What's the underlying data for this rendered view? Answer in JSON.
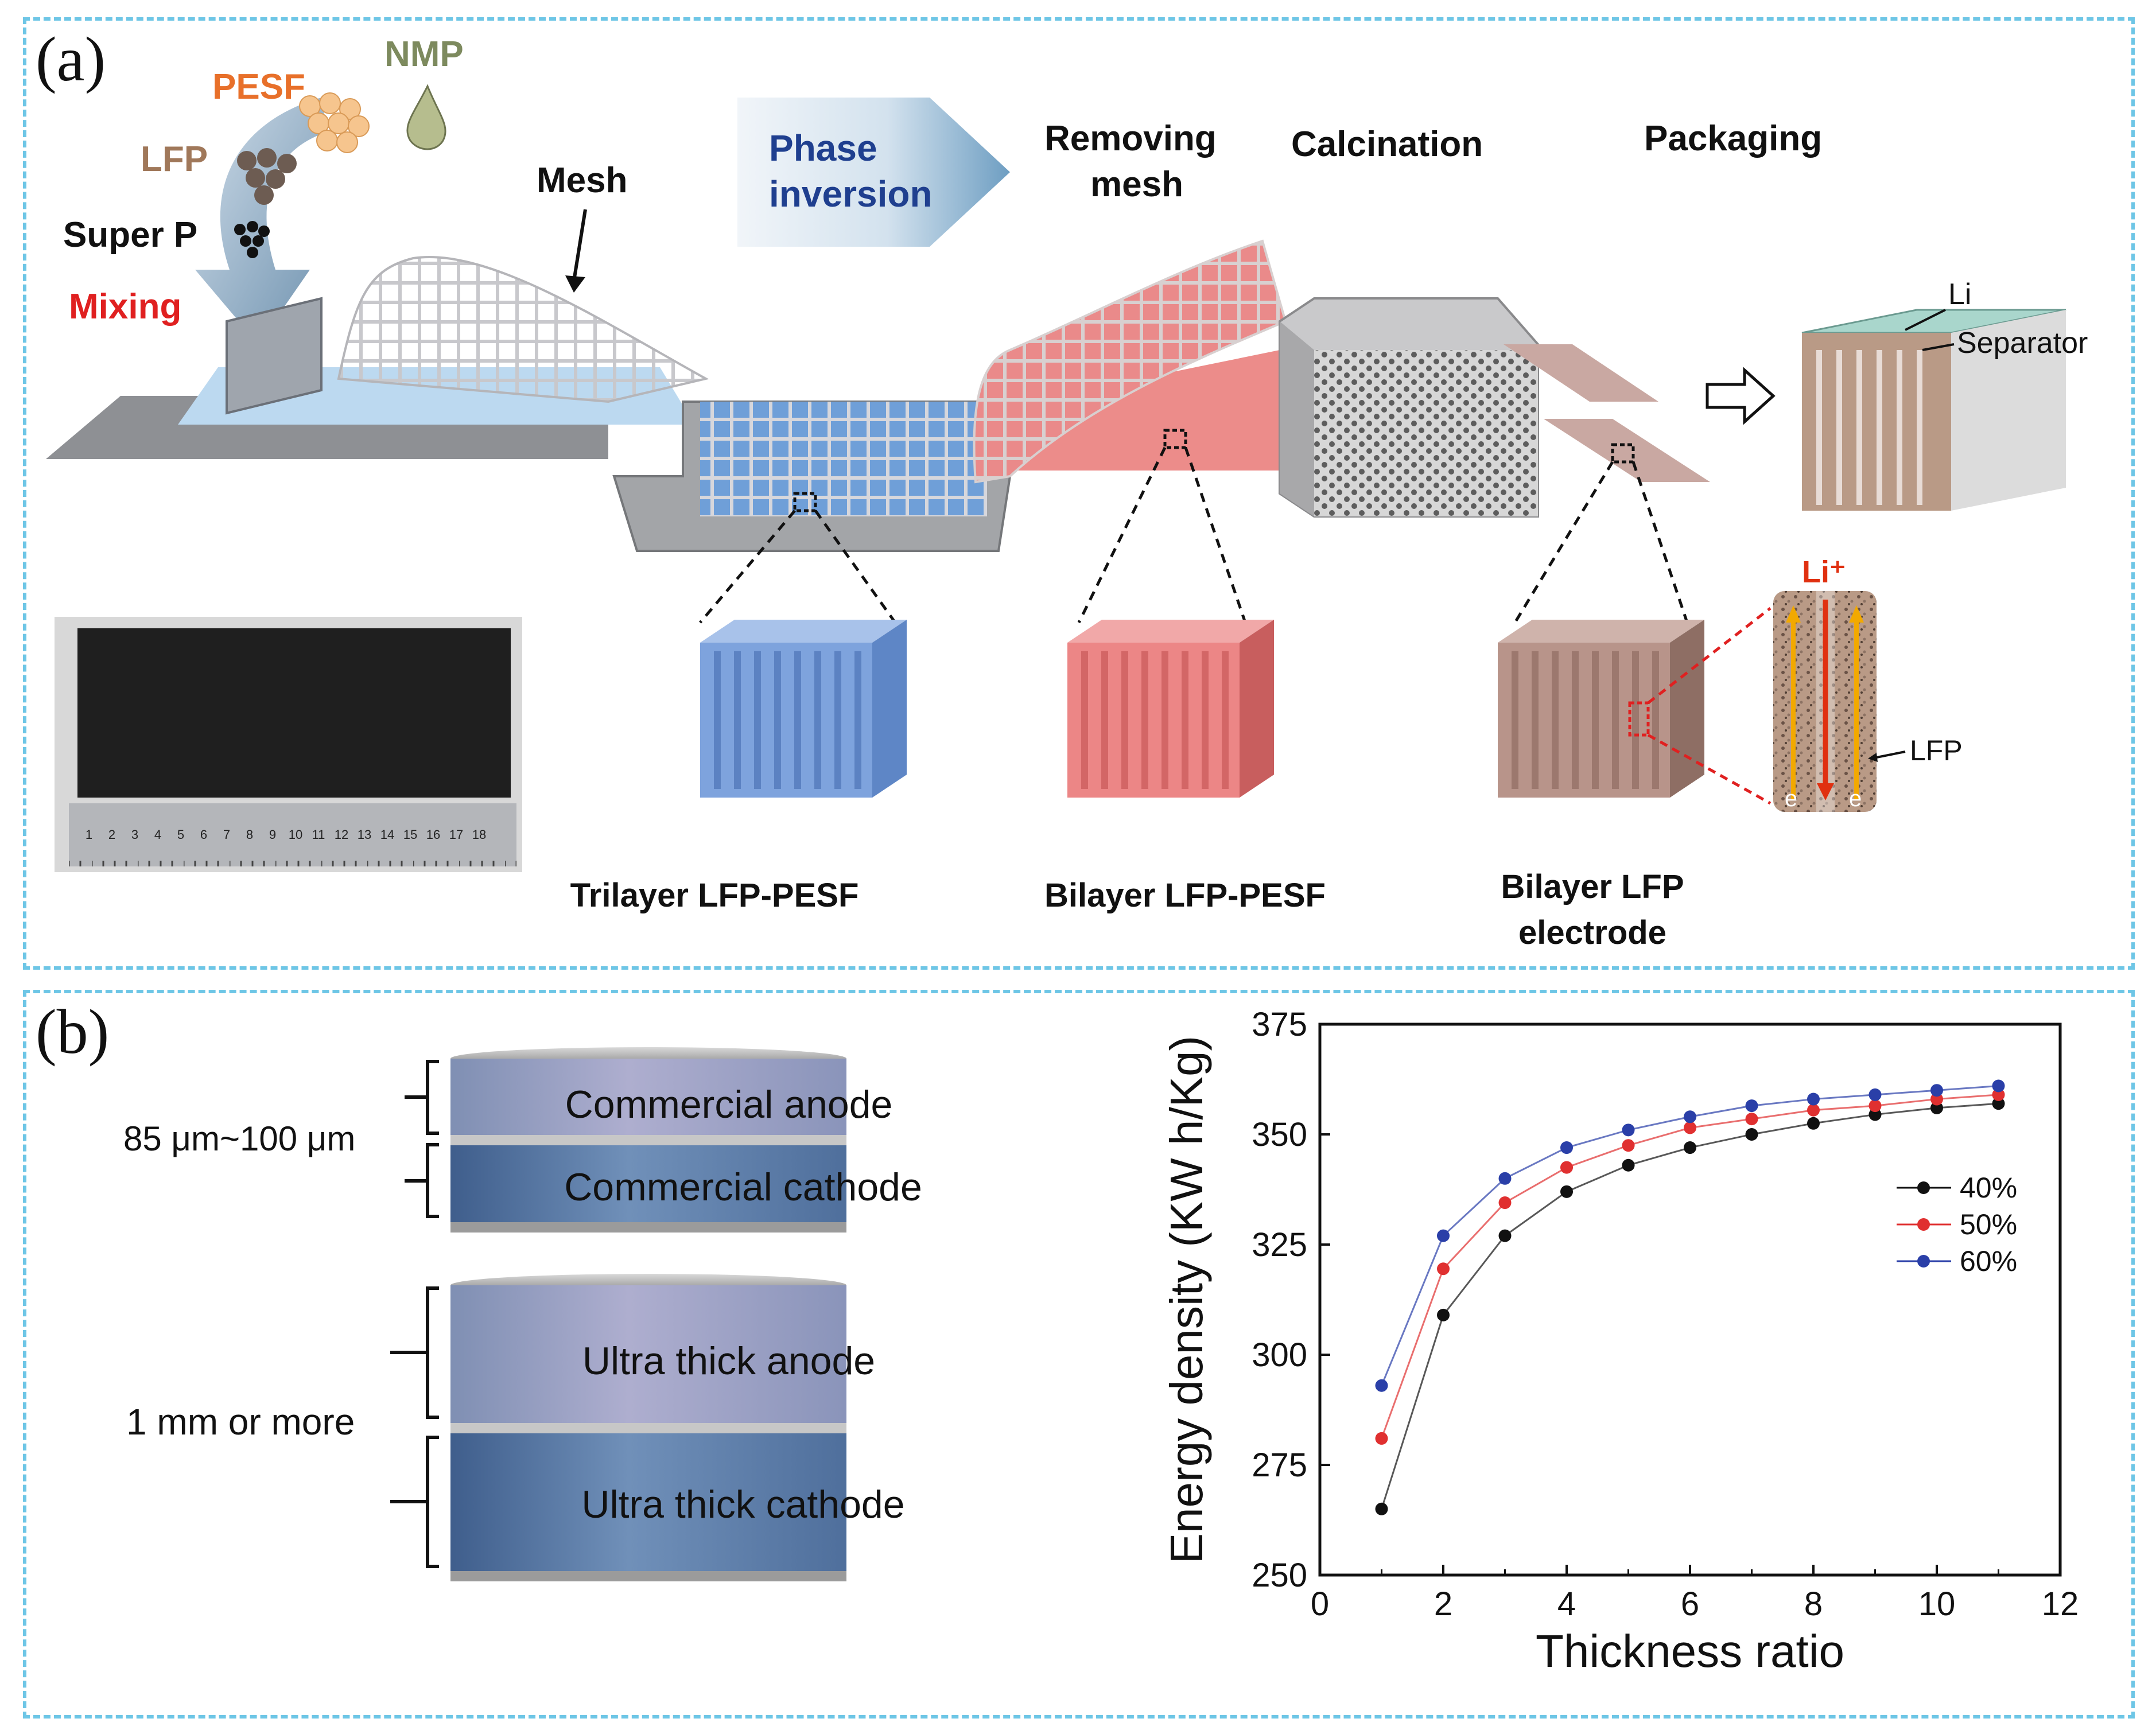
{
  "panel_a": {
    "letter": "(a)",
    "ingredients": {
      "nmp": "NMP",
      "pesf": "PESF",
      "lfp": "LFP",
      "super_p": "Super P",
      "mixing": "Mixing"
    },
    "steps": {
      "mesh": "Mesh",
      "phase_inversion_line1": "Phase",
      "phase_inversion_line2": "inversion",
      "removing_mesh_line1": "Removing",
      "removing_mesh_line2": "mesh",
      "calcination": "Calcination",
      "packaging": "Packaging"
    },
    "cell_labels": {
      "li": "Li",
      "separator": "Separator"
    },
    "cubes": {
      "trilayer": "Trilayer LFP-PESF",
      "bilayer_pesf": "Bilayer LFP-PESF",
      "bilayer_electrode_line1": "Bilayer LFP",
      "bilayer_electrode_line2": "electrode"
    },
    "zoom": {
      "li_ion": "Li⁺",
      "lfp": "LFP",
      "electron": "e"
    },
    "ruler_ticks": [
      "1",
      "2",
      "3",
      "4",
      "5",
      "6",
      "7",
      "8",
      "9",
      "10",
      "11",
      "12",
      "13",
      "14",
      "15",
      "16",
      "17",
      "18"
    ],
    "colors": {
      "nmp": "#7d8a5e",
      "pesf": "#e8702a",
      "lfp": "#a0785a",
      "mixing": "#e02020",
      "phase_inversion": "#1f3f8f",
      "li_ion": "#e03010"
    }
  },
  "panel_b": {
    "letter": "(b)",
    "commercial": {
      "thickness": "85 μm~100 μm",
      "anode": "Commercial anode",
      "cathode": "Commercial cathode"
    },
    "ultra": {
      "thickness": "1 mm or more",
      "anode": "Ultra thick anode",
      "cathode": "Ultra thick cathode"
    }
  },
  "chart_data": {
    "type": "line",
    "xlabel": "Thickness ratio",
    "ylabel": "Energy density (KW h/Kg)",
    "xlim": [
      0,
      12
    ],
    "ylim": [
      250,
      375
    ],
    "xticks": [
      0,
      2,
      4,
      6,
      8,
      10,
      12
    ],
    "yticks": [
      250,
      275,
      300,
      325,
      350,
      375
    ],
    "grid": false,
    "legend_position": "right",
    "x": [
      1,
      2,
      3,
      4,
      5,
      6,
      7,
      8,
      9,
      10,
      11
    ],
    "series": [
      {
        "name": "40%",
        "color": "#111111",
        "values": [
          265,
          309,
          327,
          337,
          343,
          347,
          350,
          352.5,
          354.5,
          356,
          357
        ]
      },
      {
        "name": "50%",
        "color": "#e03030",
        "values": [
          281,
          319.5,
          334.5,
          342.5,
          347.5,
          351.5,
          353.5,
          355.5,
          356.5,
          358,
          359
        ]
      },
      {
        "name": "60%",
        "color": "#2a3fa8",
        "values": [
          293,
          327,
          340,
          347,
          351,
          354,
          356.5,
          358,
          359,
          360,
          361
        ]
      }
    ]
  }
}
